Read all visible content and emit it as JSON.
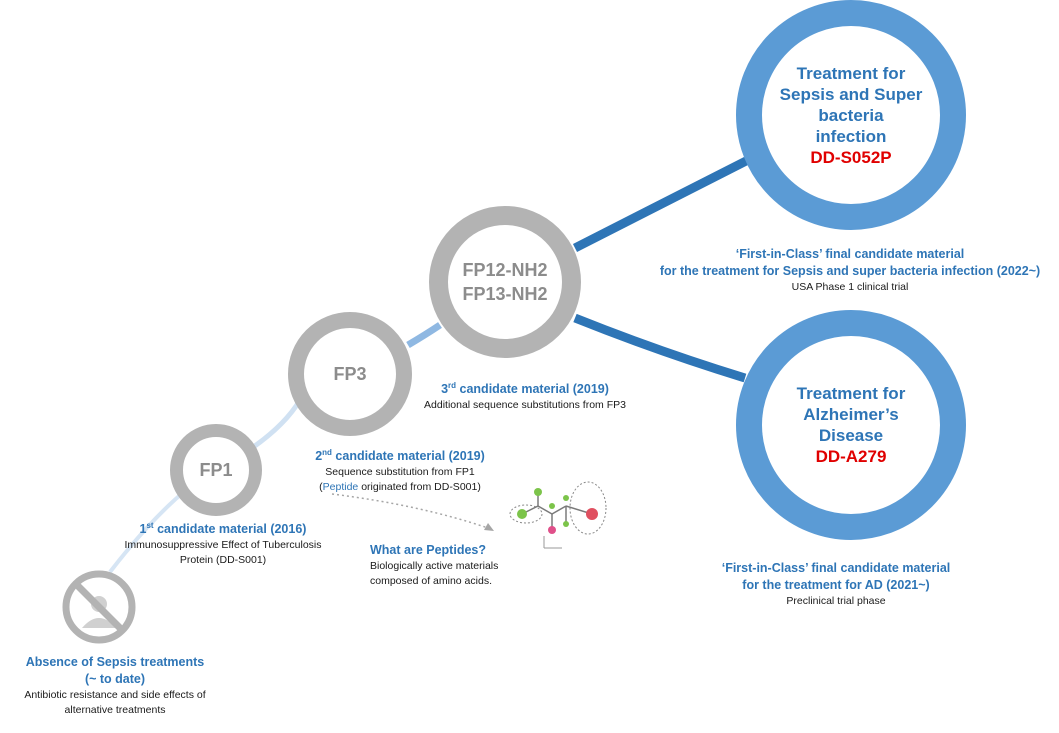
{
  "stages": {
    "absence": {
      "title_line1": "Absence of Sepsis treatments",
      "title_line2": "(~ to date)",
      "desc_line1": "Antibiotic resistance and side effects of",
      "desc_line2": "alternative treatments"
    },
    "fp1": {
      "label": "FP1",
      "ordinal": "1",
      "ordinal_suffix": "st",
      "heading_rest": " candidate material (2016)",
      "desc_line1": "Immunosuppressive Effect of Tuberculosis",
      "desc_line2": "Protein (DD-S001)"
    },
    "fp3": {
      "label": "FP3",
      "ordinal": "2",
      "ordinal_suffix": "nd",
      "heading_rest": " candidate material (2019)",
      "desc_line1": "Sequence substitution from FP1",
      "desc_line2_open": "(",
      "desc_line2_link": "Peptide",
      "desc_line2_rest": " originated from DD-S001)"
    },
    "fp12": {
      "label_line1": "FP12-NH2",
      "label_line2": "FP13-NH2",
      "ordinal": "3",
      "ordinal_suffix": "rd",
      "heading_rest": " candidate material (2019)",
      "desc": "Additional sequence substitutions from FP3"
    },
    "sepsis": {
      "title_lines": [
        "Treatment for",
        "Sepsis and Super",
        "bacteria",
        "infection"
      ],
      "code": "DD-S052P",
      "caption_line1": "‘First-in-Class’ final candidate material",
      "caption_line2": "for the treatment for Sepsis and super bacteria infection (2022~)",
      "caption_line3": "USA Phase 1 clinical trial"
    },
    "alzheimer": {
      "title_lines": [
        "Treatment for",
        "Alzheimer’s",
        "Disease"
      ],
      "code": "DD-A279",
      "caption_line1": "‘First-in-Class’ final candidate material",
      "caption_line2": "for the treatment for AD (2021~)",
      "caption_line3": "Preclinical trial phase"
    }
  },
  "peptides": {
    "title": "What are Peptides?",
    "desc_line1": "Biologically active materials",
    "desc_line2": "composed of amino acids."
  },
  "colors": {
    "grey": "#b3b3b3",
    "blue": "#5b9bd5",
    "heading_blue": "#2e75b6",
    "code_red": "#e00000"
  },
  "icons": {
    "absence": "prohibited-icon",
    "peptide": "molecule-structure-icon"
  }
}
